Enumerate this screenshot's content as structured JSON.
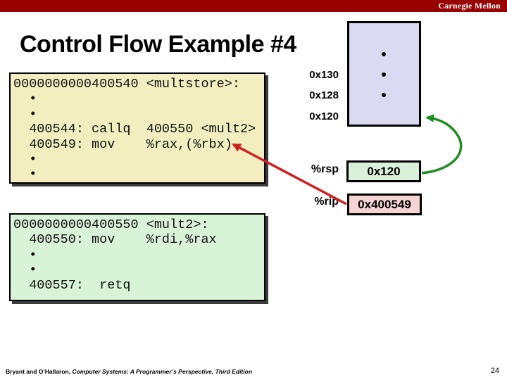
{
  "header": {
    "brand": "Carnegie Mellon"
  },
  "title": "Control Flow Example #4",
  "code_multstore": {
    "lines": [
      "0000000000400540 <multstore>:",
      "  •",
      "  •",
      "  400544: callq  400550 <mult2>",
      "  400549: mov    %rax,(%rbx)",
      "  •",
      "  •"
    ]
  },
  "code_mult2": {
    "lines": [
      "0000000000400550 <mult2>:",
      "  400550: mov    %rdi,%rax",
      "  •",
      "  •",
      "  400557:  retq"
    ]
  },
  "stack": {
    "addresses": [
      "0x130",
      "0x128",
      "0x120"
    ]
  },
  "registers": {
    "rsp": {
      "label": "%rsp",
      "value": "0x120"
    },
    "rip": {
      "label": "%rip",
      "value": "0x400549"
    }
  },
  "footer": {
    "attribution": "Bryant and O’Hallaron, ",
    "book": "Computer Systems: A Programmer’s Perspective, Third Edition",
    "page": "24"
  },
  "colors": {
    "brand_bar": "#990000",
    "code_multstore_bg": "#f2eec0",
    "code_mult2_bg": "#d8f3d8",
    "stack_bg": "#dadaf2",
    "rsp_box_bg": "#daf0da",
    "rip_box_bg": "#f7d4d4",
    "rsp_arrow": "#218c21",
    "rip_arrow": "#cf2020"
  }
}
